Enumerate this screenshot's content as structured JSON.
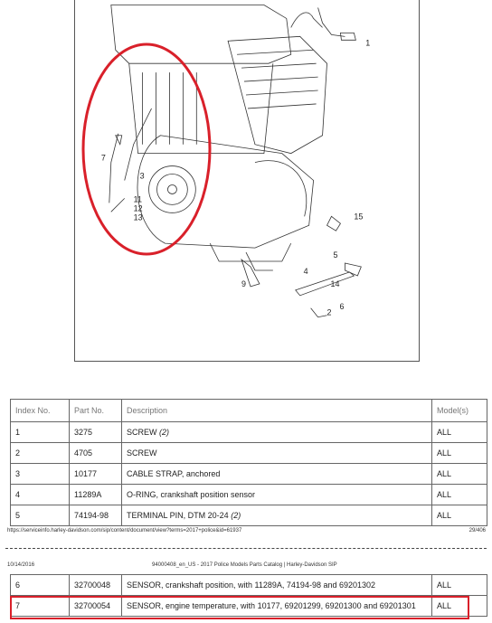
{
  "diagram": {
    "callouts": [
      "1",
      "2",
      "3",
      "4",
      "5",
      "6",
      "7",
      "9",
      "11",
      "12",
      "13",
      "14",
      "15"
    ]
  },
  "table": {
    "headers": [
      "Index No.",
      "Part No.",
      "Description",
      "Model(s)"
    ],
    "rows_top": [
      {
        "index": "1",
        "part": "3275",
        "desc": "SCREW",
        "qty": "(2)",
        "model": "ALL"
      },
      {
        "index": "2",
        "part": "4705",
        "desc": "SCREW",
        "qty": "",
        "model": "ALL"
      },
      {
        "index": "3",
        "part": "10177",
        "desc": "CABLE STRAP, anchored",
        "qty": "",
        "model": "ALL"
      },
      {
        "index": "4",
        "part": "11289A",
        "desc": "O-RING, crankshaft position sensor",
        "qty": "",
        "model": "ALL"
      },
      {
        "index": "5",
        "part": "74194-98",
        "desc": "TERMINAL PIN, DTM 20-24",
        "qty": "(2)",
        "model": "ALL"
      }
    ],
    "rows_bottom": [
      {
        "index": "6",
        "part": "32700048",
        "desc": "SENSOR, crankshaft position, with 11289A, 74194-98 and 69201302",
        "qty": "",
        "model": "ALL"
      },
      {
        "index": "7",
        "part": "32700054",
        "desc": "SENSOR, engine temperature, with 10177, 69201299, 69201300 and 69201301",
        "qty": "",
        "model": "ALL"
      }
    ]
  },
  "footer": {
    "url": "https://serviceinfo.harley-davidson.com/sip/content/document/view?terms=2017+police&id=61937",
    "page": "29/406"
  },
  "header2": {
    "date": "10/14/2016",
    "title": "94000408_en_US - 2017 Police Models Parts Catalog | Harley-Davidson SIP"
  },
  "colors": {
    "highlight": "#d9202a",
    "border": "#666666"
  }
}
